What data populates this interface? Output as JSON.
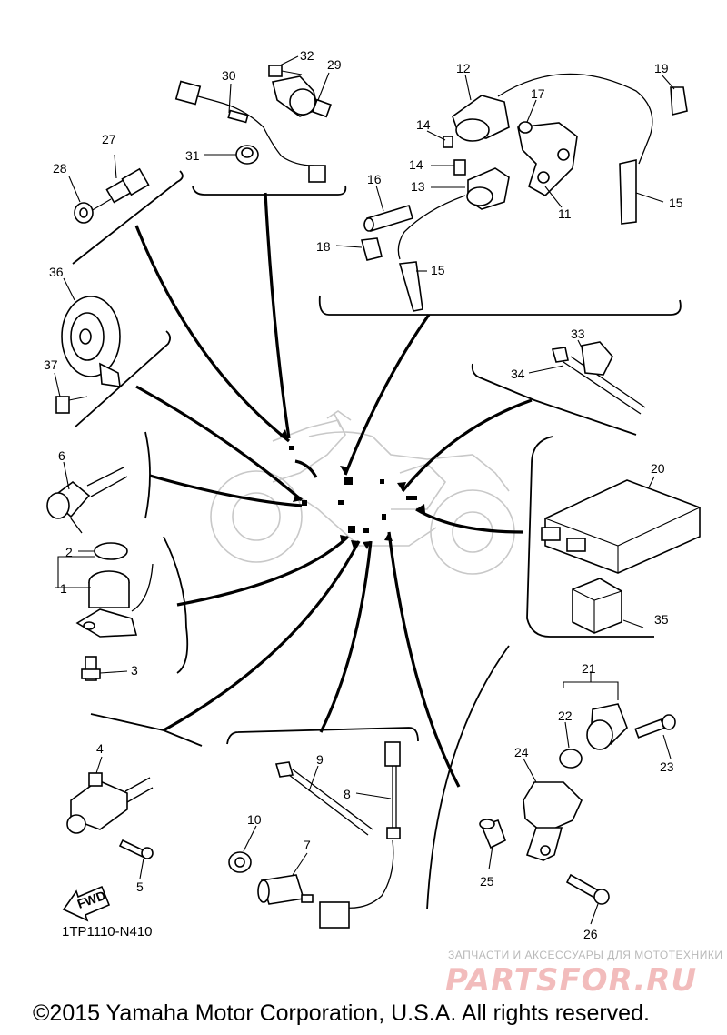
{
  "diagram_code": "1TP1110-N410",
  "copyright": "©2015 Yamaha Motor Corporation, U.S.A. All rights reserved.",
  "watermark": {
    "caption": "ЗАПЧАСТИ И АКСЕССУАРЫ ДЛЯ МОТОТЕХНИКИ",
    "logo": "PARTSFOR.RU"
  },
  "fwd_label": "FWD",
  "callouts": [
    "1",
    "2",
    "3",
    "4",
    "5",
    "6",
    "7",
    "8",
    "9",
    "10",
    "11",
    "12",
    "13",
    "14",
    "14",
    "15",
    "15",
    "16",
    "17",
    "18",
    "19",
    "20",
    "21",
    "22",
    "23",
    "24",
    "25",
    "26",
    "27",
    "28",
    "29",
    "30",
    "31",
    "32",
    "33",
    "34",
    "35",
    "36",
    "37"
  ]
}
